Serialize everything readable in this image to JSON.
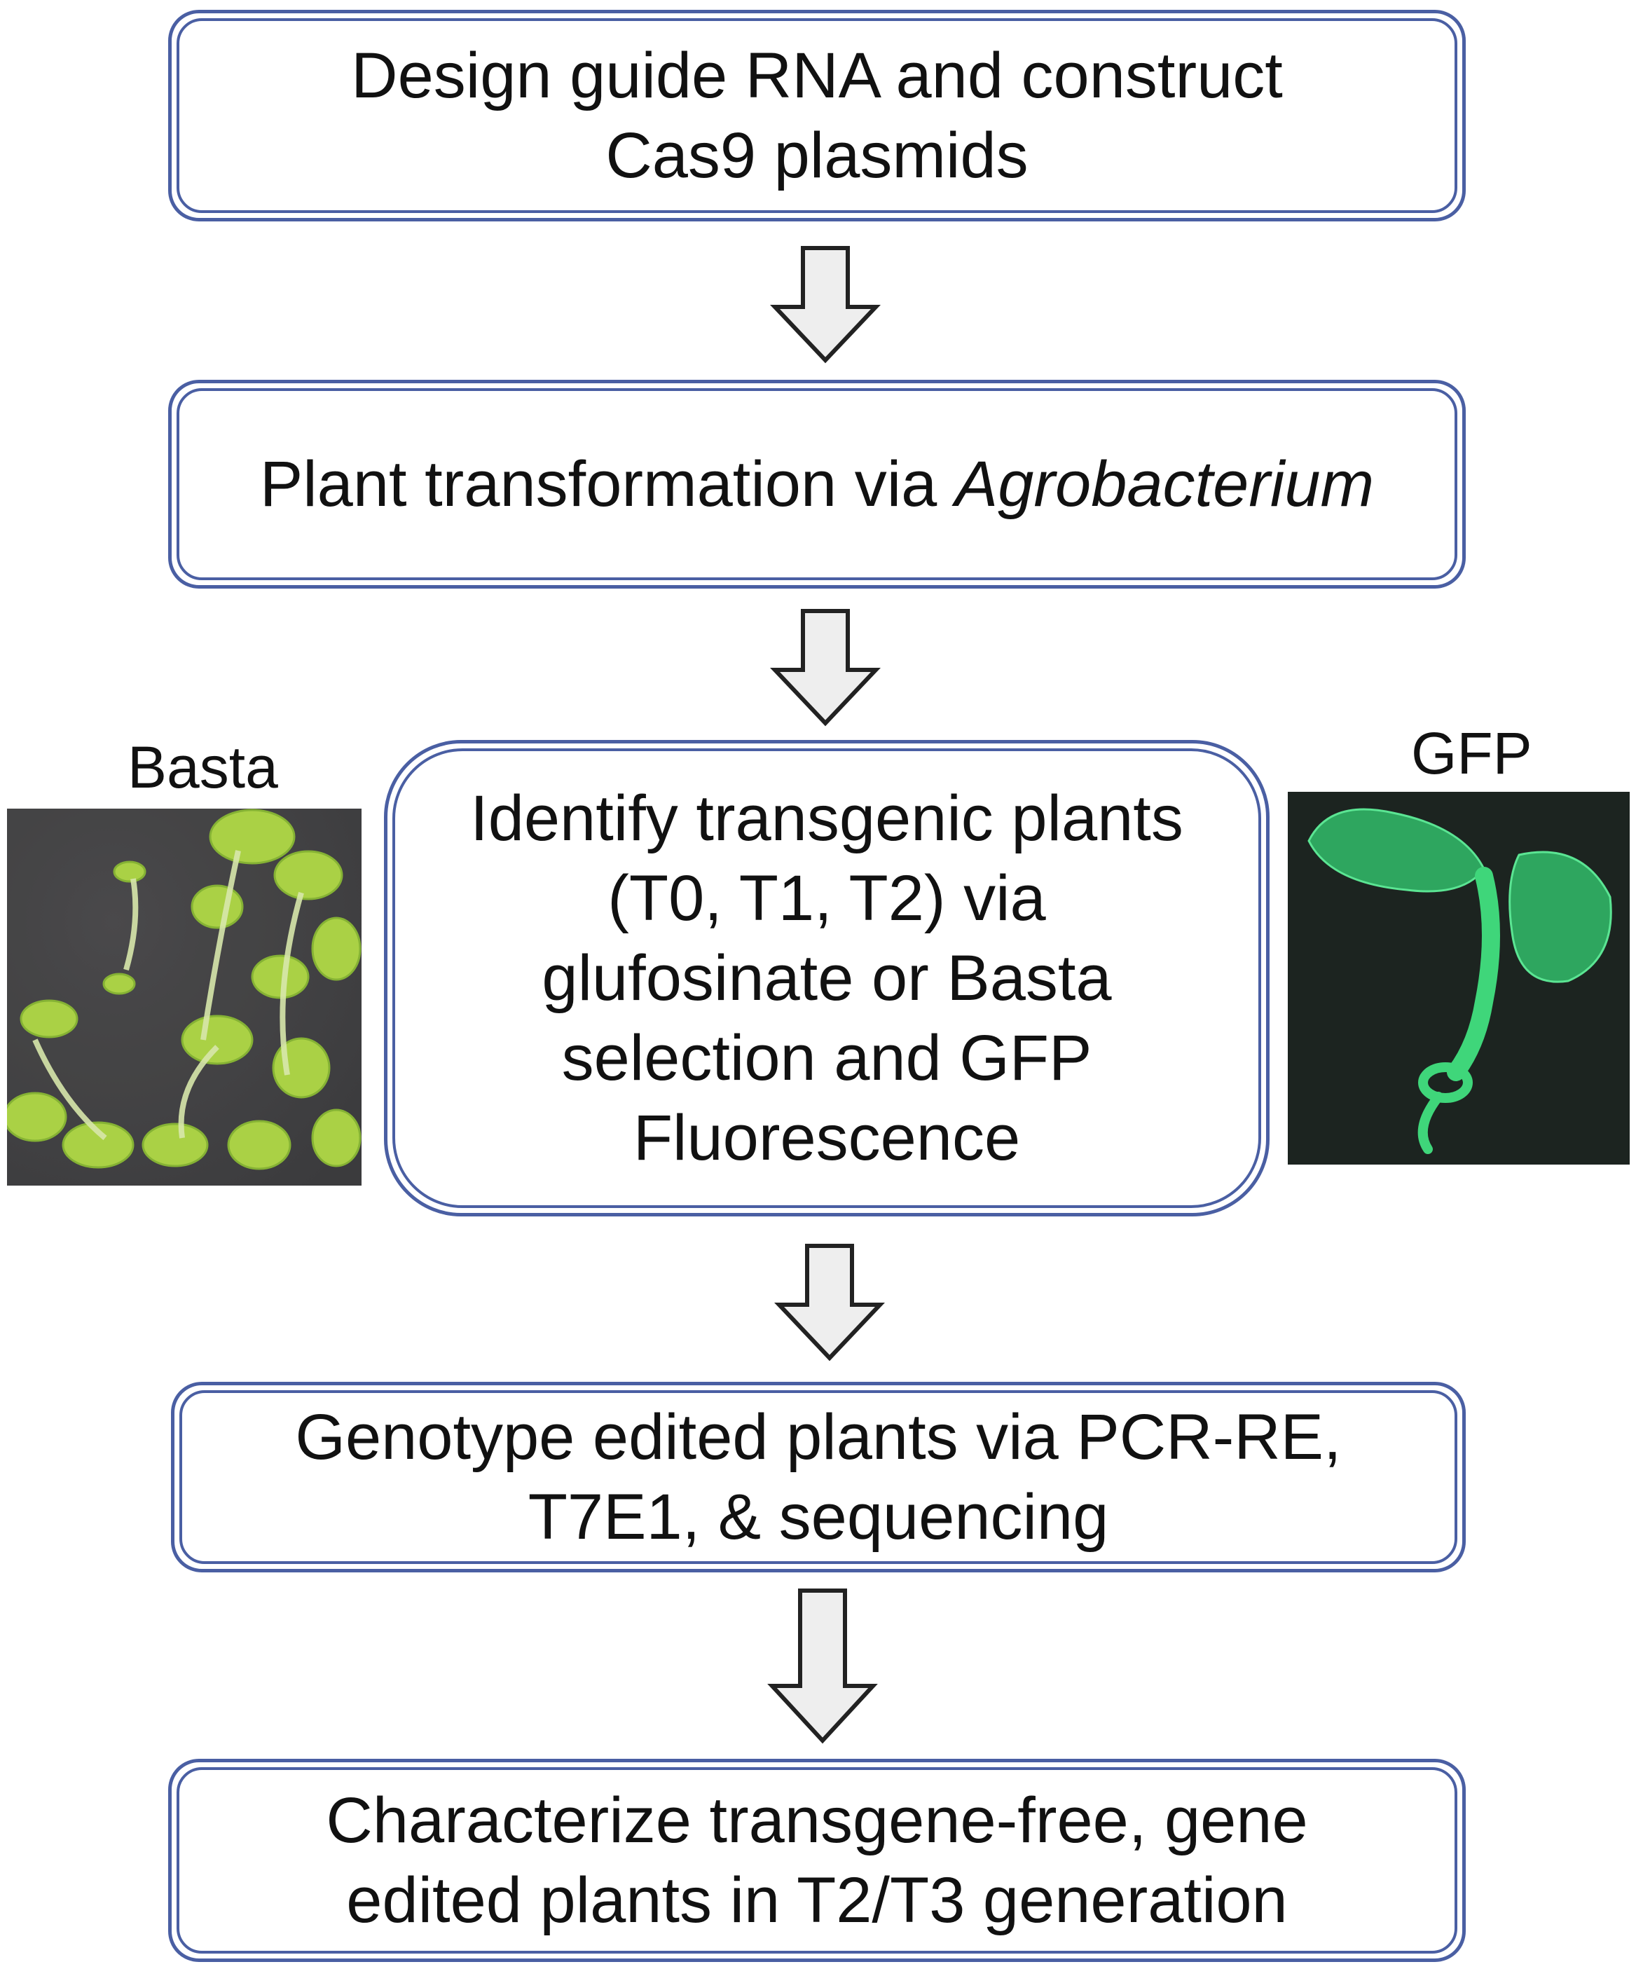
{
  "steps": [
    {
      "id": "step1",
      "lines": [
        "Design guide RNA and construct",
        "Cas9 plasmids"
      ]
    },
    {
      "id": "step2",
      "prefix": "Plant transformation via ",
      "italic": "Agrobacterium"
    },
    {
      "id": "step3",
      "lines": [
        "Identify transgenic plants",
        "(T0, T1, T2) via",
        "glufosinate or Basta",
        "selection and GFP",
        "Fluorescence"
      ]
    },
    {
      "id": "step4",
      "lines": [
        "Genotype edited plants via PCR-RE,",
        "T7E1, & sequencing"
      ]
    },
    {
      "id": "step5",
      "lines": [
        "Characterize transgene-free, gene",
        "edited plants in T2/T3 generation"
      ]
    }
  ],
  "side_images": {
    "basta": {
      "label": "Basta",
      "description_icon": "seedlings-photo"
    },
    "gfp": {
      "label": "GFP",
      "description_icon": "gfp-seedling-photo"
    }
  },
  "colors": {
    "box_border": "#4a5fa3",
    "arrow_fill": "#eeeeee",
    "arrow_stroke": "#222222",
    "gfp_green": "#3fd67a",
    "basta_green": "#a6cf3c"
  }
}
